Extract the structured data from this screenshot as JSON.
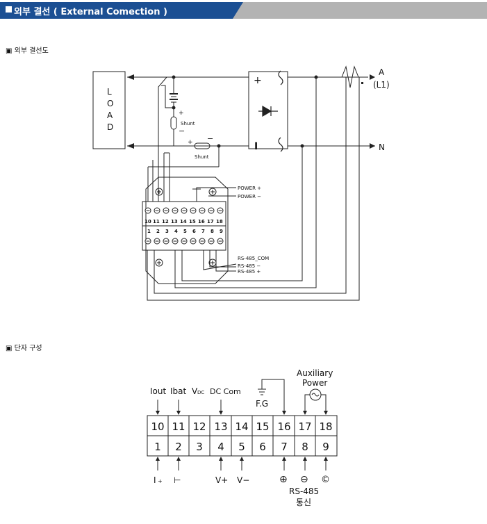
{
  "header": {
    "title": "외부 결선 ( External Comection )"
  },
  "section1": {
    "title": "외부 결선도",
    "load_letters": [
      "L",
      "O",
      "A",
      "D"
    ],
    "shunt_label_1": "Shunt",
    "shunt_label_2": "Shunt",
    "plus": "+",
    "minus": "−",
    "supply_plus": "+",
    "supply_minus": "I",
    "line_a": "A",
    "line_a_sub": "(L1)",
    "line_n": "N",
    "power_plus": "POWER +",
    "power_minus": "POWER −",
    "rs485_com": "RS-485_COM",
    "rs485_minus": "RS-485 −",
    "rs485_plus": "RS-485 +",
    "top_terminals": [
      "10",
      "11",
      "12",
      "13",
      "14",
      "15",
      "16",
      "17",
      "18"
    ],
    "bottom_terminals": [
      "1",
      "2",
      "3",
      "4",
      "5",
      "6",
      "7",
      "8",
      "9"
    ]
  },
  "section2": {
    "title": "단자 구성",
    "top_labels": [
      "Iout",
      "Ibat",
      "V",
      "DC Com"
    ],
    "vdc_sub": "DC",
    "fg_label": "F.G",
    "aux_line1": "Auxiliary",
    "aux_line2": "Power",
    "top_row": [
      "10",
      "11",
      "12",
      "13",
      "14",
      "15",
      "16",
      "17",
      "18"
    ],
    "bottom_row": [
      "1",
      "2",
      "3",
      "4",
      "5",
      "6",
      "7",
      "8",
      "9"
    ],
    "i_plus_main": "I",
    "i_plus_sub": "+",
    "i_minus": "⊢",
    "v_plus": "V+",
    "v_minus": "V−",
    "sym_plus": "⊕",
    "sym_minus": "⊖",
    "sym_c": "©",
    "rs485": "RS-485",
    "comm": "통신"
  }
}
